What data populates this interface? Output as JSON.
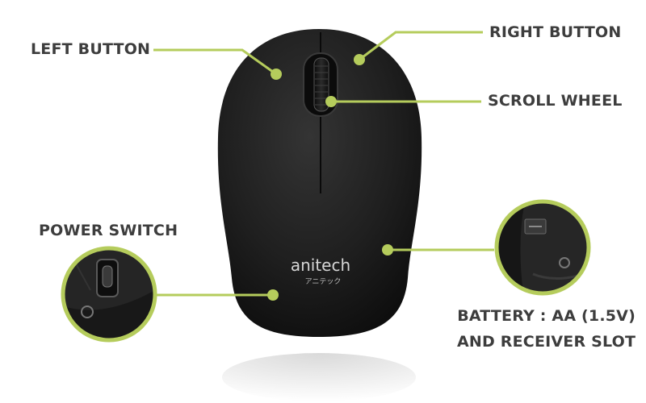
{
  "labels": {
    "left_button": "LEFT BUTTON",
    "right_button": "RIGHT BUTTON",
    "scroll_wheel": "SCROLL WHEEL",
    "power_switch": "POWER SWITCH",
    "battery_line1": "BATTERY : AA (1.5V)",
    "battery_line2": "AND RECEIVER SLOT"
  },
  "brand": {
    "name": "anitech",
    "subtitle": "アニテック"
  },
  "colors": {
    "accent": "#b5cc5c",
    "label_text": "#3d3d3d",
    "mouse_body": "#1b1b1b"
  }
}
